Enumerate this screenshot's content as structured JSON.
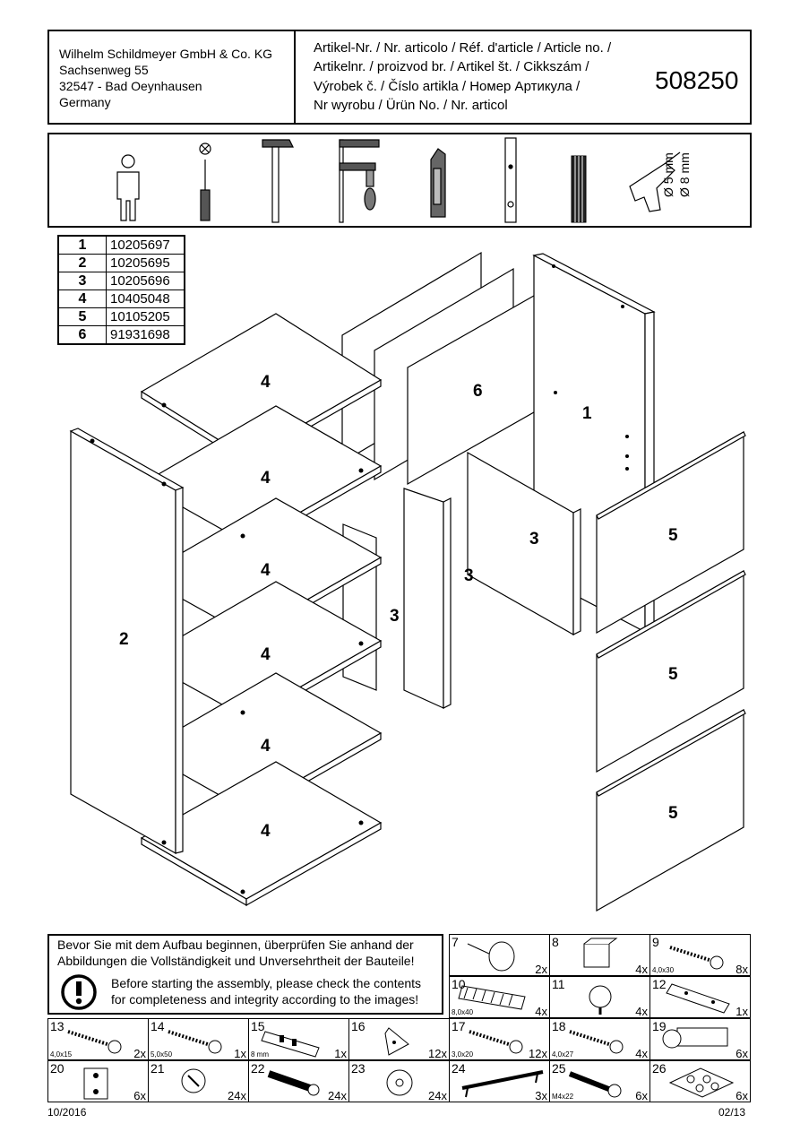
{
  "header": {
    "company_lines": [
      "Wilhelm Schildmeyer GmbH & Co. KG",
      "Sachsenweg 55",
      "32547 - Bad Oeynhausen",
      "Germany"
    ],
    "article_lines": [
      "Artikel-Nr. / Nr. articolo / Réf. d'article / Article no. /",
      "Artikelnr. / proizvod br. / Artikel št. / Cikkszám /",
      "Výrobek č. / Číslo artikla / Номер Артикула /",
      "Nr wyrobu / Ürün No. / Nr. articol"
    ],
    "article_number": "508250"
  },
  "tools": {
    "icons": [
      "person-icon",
      "screwdriver-icon",
      "hammer-icon",
      "clamp-icon",
      "cutter-knife-icon",
      "spirit-level-icon",
      "folding-rule-icon",
      "drill-icon"
    ],
    "drill_sizes": [
      "Ø 5 mm",
      "Ø 8 mm"
    ]
  },
  "parts_table": [
    {
      "no": "1",
      "code": "10205697"
    },
    {
      "no": "2",
      "code": "10205695"
    },
    {
      "no": "3",
      "code": "10205696"
    },
    {
      "no": "4",
      "code": "10405048"
    },
    {
      "no": "5",
      "code": "10105205"
    },
    {
      "no": "6",
      "code": "91931698"
    }
  ],
  "diagram_labels": {
    "back_panel": "6",
    "right_side": "1",
    "left_side": "2",
    "shelves": [
      "4",
      "4",
      "4",
      "4",
      "4",
      "4"
    ],
    "dividers": [
      "3",
      "3",
      "3"
    ],
    "fronts": [
      "5",
      "5",
      "5"
    ]
  },
  "notice": {
    "de": [
      "Bevor Sie mit dem Aufbau beginnen, überprüfen Sie anhand der",
      "Abbildungen die Vollständigkeit und Unversehrtheit der Bauteile!"
    ],
    "en": [
      "Before starting the assembly, please check the contents",
      "for completeness and integrity according to the images!"
    ]
  },
  "hardware": [
    {
      "no": "7",
      "qty": "2x",
      "dim": "",
      "icon": "knob-icon"
    },
    {
      "no": "8",
      "qty": "4x",
      "dim": "",
      "icon": "box-icon"
    },
    {
      "no": "9",
      "qty": "8x",
      "dim": "4,0x30",
      "icon": "screw-icon"
    },
    {
      "no": "10",
      "qty": "4x",
      "dim": "8,0x40",
      "icon": "dowel-icon"
    },
    {
      "no": "11",
      "qty": "4x",
      "dim": "",
      "icon": "shelf-pin-icon"
    },
    {
      "no": "12",
      "qty": "1x",
      "dim": "",
      "icon": "wall-bracket-icon"
    },
    {
      "no": "13",
      "qty": "2x",
      "dim": "4,0x15",
      "icon": "screw-icon"
    },
    {
      "no": "14",
      "qty": "1x",
      "dim": "5,0x50",
      "icon": "screw-icon"
    },
    {
      "no": "15",
      "qty": "1x",
      "dim": "8 mm",
      "icon": "wall-plug-icon"
    },
    {
      "no": "16",
      "qty": "12x",
      "dim": "",
      "icon": "corner-block-icon"
    },
    {
      "no": "17",
      "qty": "12x",
      "dim": "3,0x20",
      "icon": "screw-icon"
    },
    {
      "no": "18",
      "qty": "4x",
      "dim": "4,0x27",
      "icon": "screw-icon"
    },
    {
      "no": "19",
      "qty": "6x",
      "dim": "",
      "icon": "hinge-icon"
    },
    {
      "no": "20",
      "qty": "6x",
      "dim": "",
      "icon": "mounting-plate-icon"
    },
    {
      "no": "21",
      "qty": "24x",
      "dim": "",
      "icon": "cam-lock-icon"
    },
    {
      "no": "22",
      "qty": "24x",
      "dim": "",
      "icon": "cam-bolt-icon"
    },
    {
      "no": "23",
      "qty": "24x",
      "dim": "",
      "icon": "cover-cap-icon"
    },
    {
      "no": "24",
      "qty": "3x",
      "dim": "",
      "icon": "handle-icon"
    },
    {
      "no": "25",
      "qty": "6x",
      "dim": "M4x22",
      "icon": "bolt-icon"
    },
    {
      "no": "26",
      "qty": "6x",
      "dim": "",
      "icon": "felt-pads-icon"
    }
  ],
  "footer": {
    "date": "10/2016",
    "page": "02/13"
  }
}
